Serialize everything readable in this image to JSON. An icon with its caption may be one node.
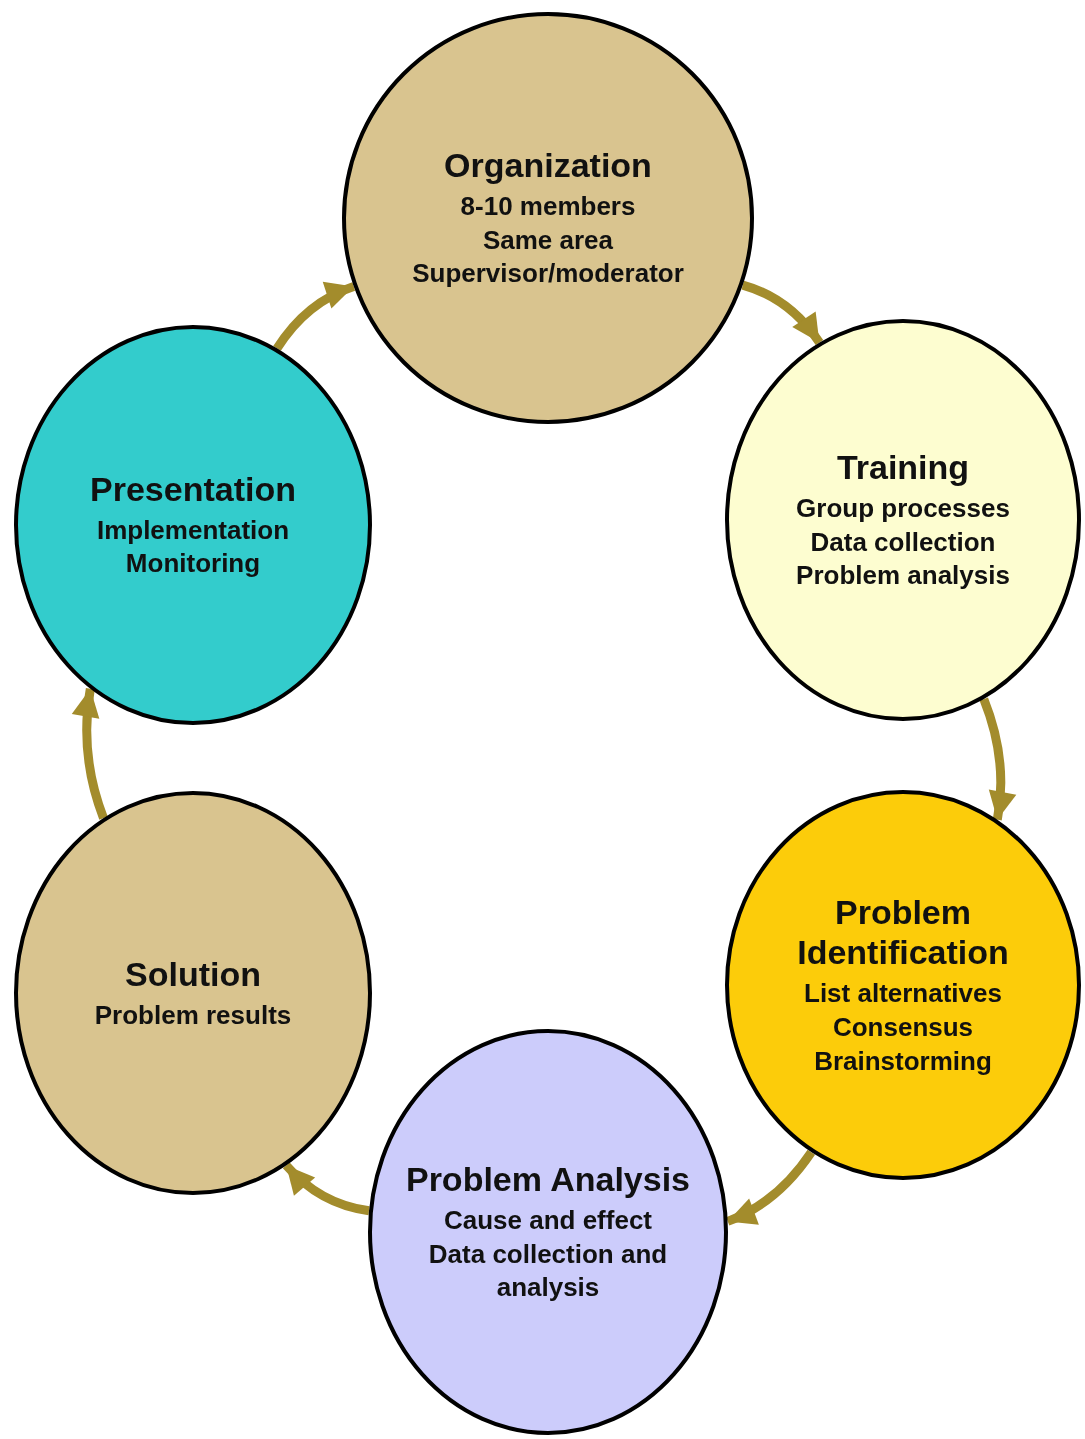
{
  "diagram": {
    "nodes": [
      {
        "text": [
          "Organization",
          "8-10 members",
          "Same area",
          "Supervisor/moderator"
        ]
      },
      {
        "text": [
          "Training",
          "Group processes",
          "Data collection",
          "Problem analysis"
        ]
      },
      {
        "text": [
          "Problem Identification",
          "List alternatives",
          "Consensus",
          "Brainstorming"
        ]
      },
      {
        "text": [
          "Problem Analysis",
          "Cause and effect",
          "Data collection and analysis"
        ]
      },
      {
        "text": [
          "Solution",
          "Problem results"
        ]
      },
      {
        "text": [
          "Presentation",
          "Implementation",
          "Monitoring"
        ]
      }
    ],
    "edges": [
      {
        "from": 0,
        "to": 1,
        "arrow": "to"
      },
      {
        "from": 1,
        "to": 2,
        "arrow": "to"
      },
      {
        "from": 2,
        "to": 3,
        "arrow": "to"
      },
      {
        "from": 3,
        "to": 4,
        "arrow": "to"
      },
      {
        "from": 4,
        "to": 5,
        "arrow": "to"
      },
      {
        "from": 5,
        "to": 0,
        "arrow": "to"
      }
    ]
  }
}
